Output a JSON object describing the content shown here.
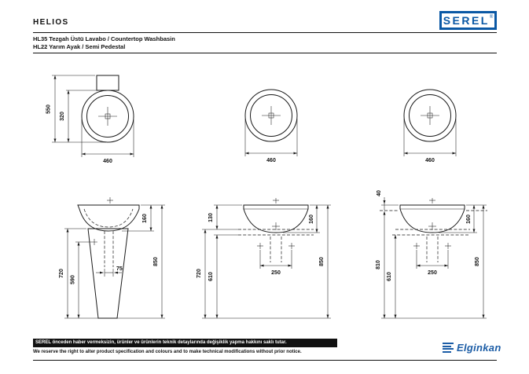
{
  "header": {
    "product": "HELIOS",
    "brand": "SEREL",
    "reg_mark": "®",
    "subtitle_line1": "HL35 Tezgah Üstü Lavabo / Countertop Washbasin",
    "subtitle_line2": "HL22 Yarım Ayak / Semi Pedestal",
    "brand_blue": "#0a58a5"
  },
  "drawings": {
    "top_views": [
      {
        "width": "460",
        "total_depth": "550",
        "bowl_depth": "320"
      },
      {
        "width": "460"
      },
      {
        "width": "460"
      }
    ],
    "elevations": [
      {
        "basin_height": "160",
        "total_height": "850",
        "pedestal_height": "720",
        "fixing_height": "590",
        "drain_offset": "75"
      },
      {
        "apron_height": "130",
        "basin_height": "160",
        "total_height": "850",
        "under_height": "720",
        "fixing_height": "610",
        "hole_spacing": "250"
      },
      {
        "rim_above_counter": "40",
        "basin_height": "160",
        "total_height": "850",
        "counter_height": "810",
        "fixing_height": "610",
        "hole_spacing": "250"
      }
    ]
  },
  "footer": {
    "notice_tr": "SEREL önceden haber vermeksizin, ürünler ve ürünlerin teknik detaylarında değişiklik yapma hakkını saklı tutar.",
    "notice_en": "We reserve the right to alter product specification and colours and to make technical modifications without prior notice.",
    "company": "Elginkan",
    "company_blue": "#1c5da6"
  }
}
